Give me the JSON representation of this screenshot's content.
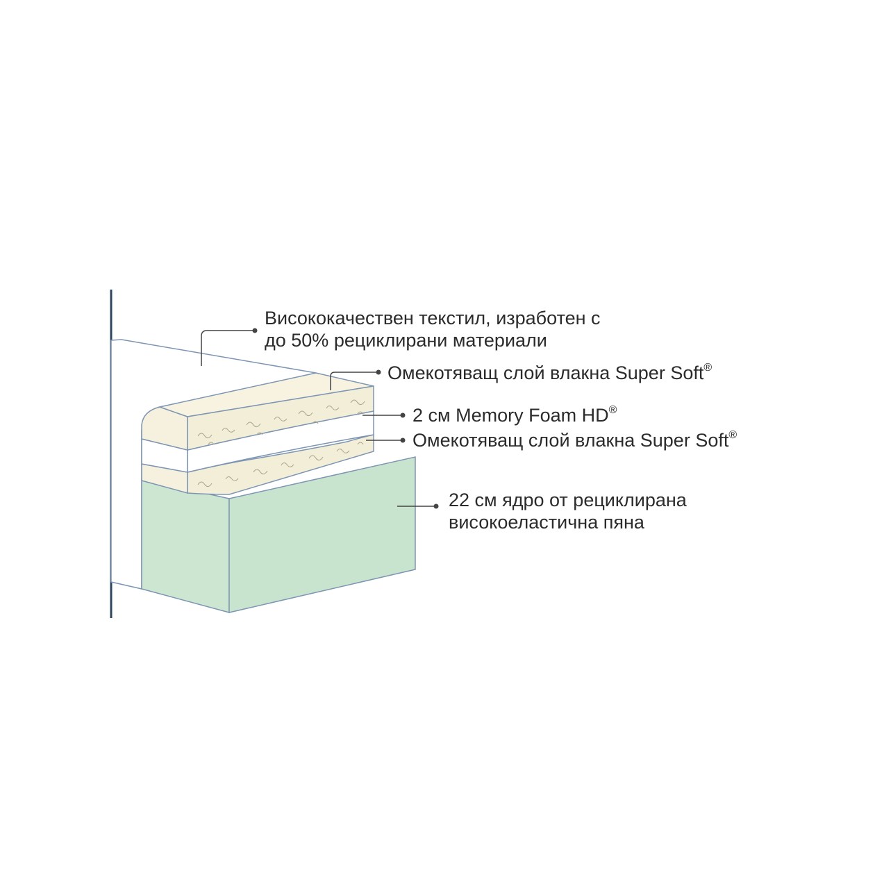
{
  "colors": {
    "outline": "#7d95b2",
    "leader": "#444444",
    "fiber_fill": "#f5f1de",
    "memory_fill": "#ffffff",
    "core_fill": "#cfe7d3",
    "frame": "#2e4660"
  },
  "labels": {
    "textile": {
      "line1": "Висококачествен текстил, изработен с",
      "line2": "до 50% рециклирани материали"
    },
    "fiber_top": {
      "text": "Омекотяващ слой влакна Super Soft",
      "mark": "®"
    },
    "memory_foam": {
      "text": "2 см Memory Foam HD",
      "mark": "®"
    },
    "fiber_bottom": {
      "text": "Омекотяващ слой влакна Super Soft",
      "mark": "®"
    },
    "core": {
      "line1": "22 см ядро от рециклирана",
      "line2": "високоеластична пяна"
    }
  }
}
